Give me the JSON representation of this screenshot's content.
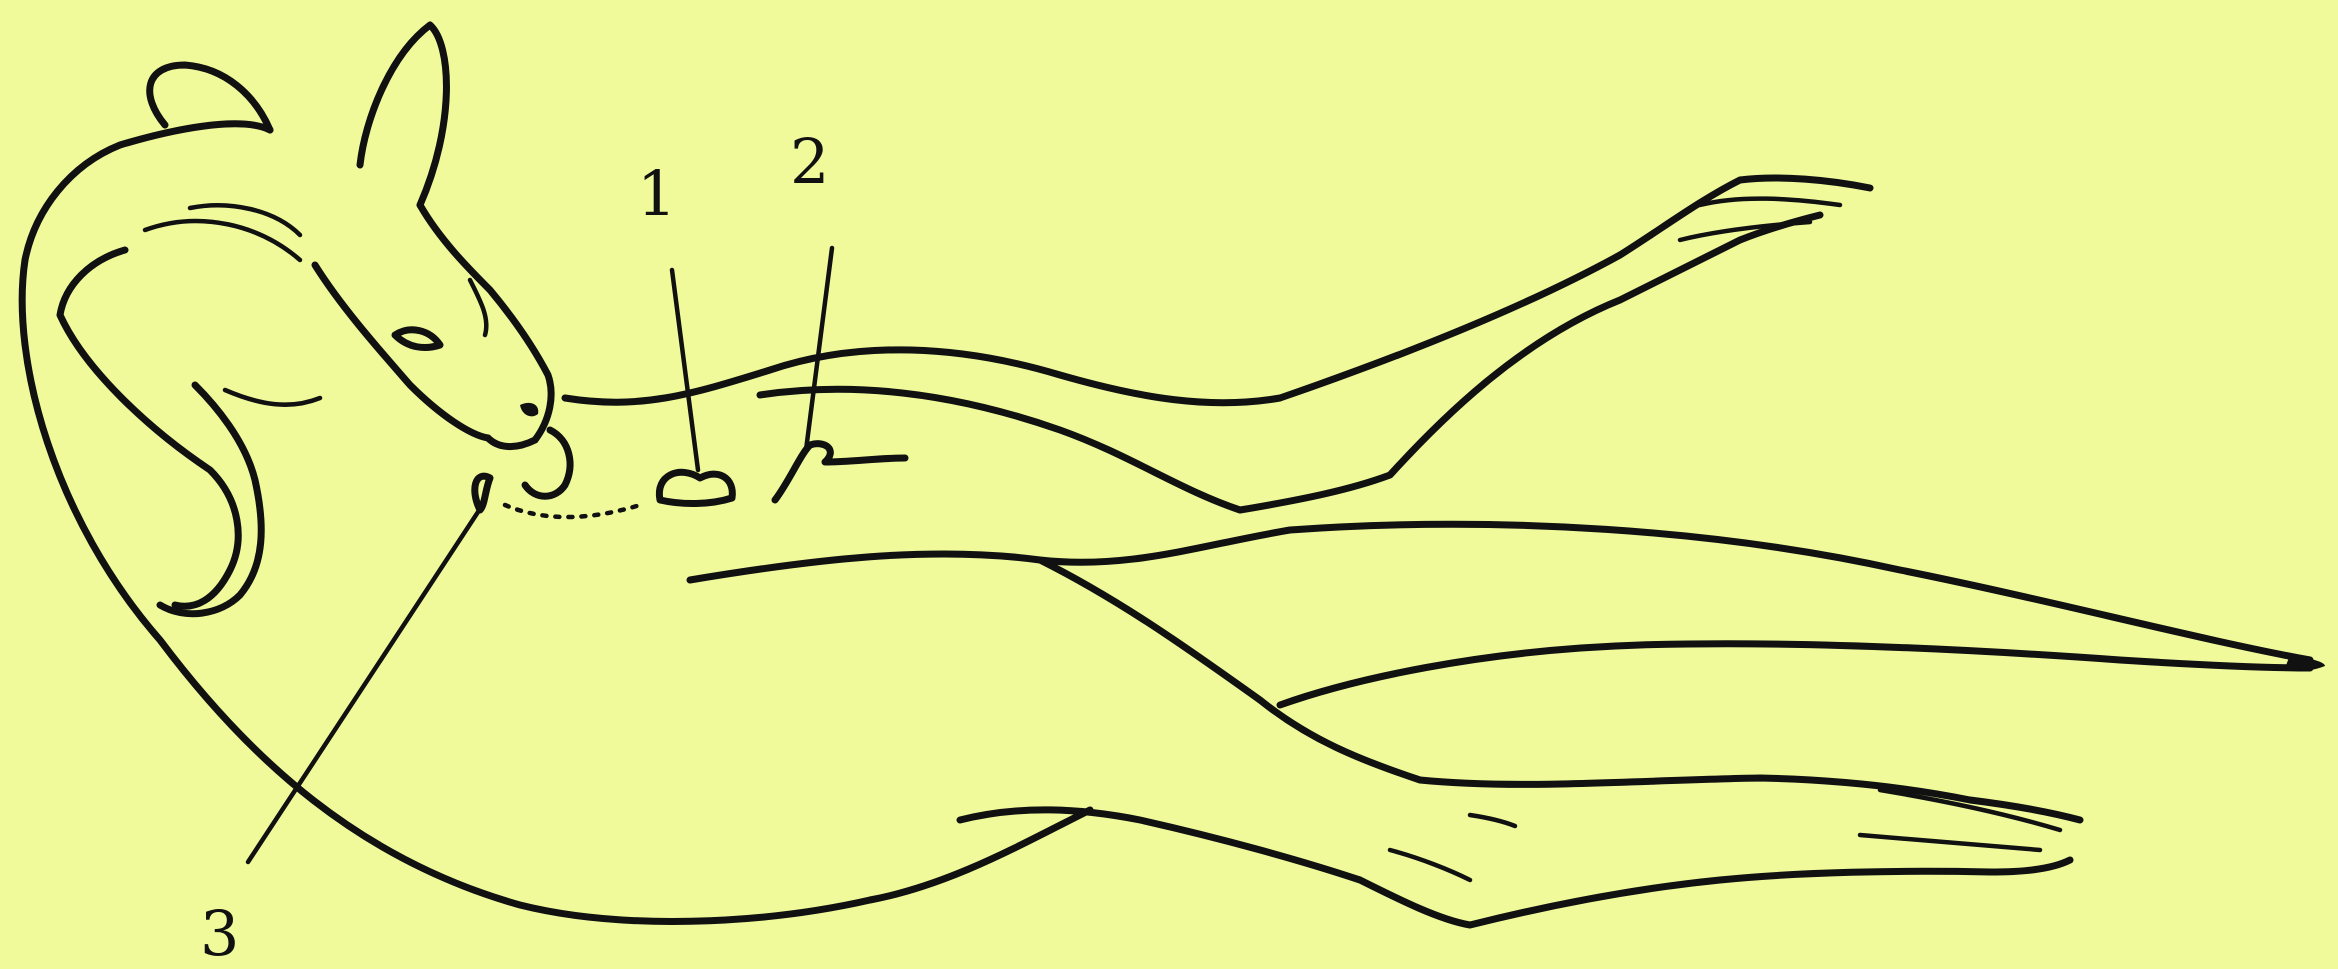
{
  "labels": {
    "one": "1",
    "two": "2",
    "three": "3"
  },
  "colors": {
    "background": "#f0fa9a",
    "ink": "#111111"
  }
}
